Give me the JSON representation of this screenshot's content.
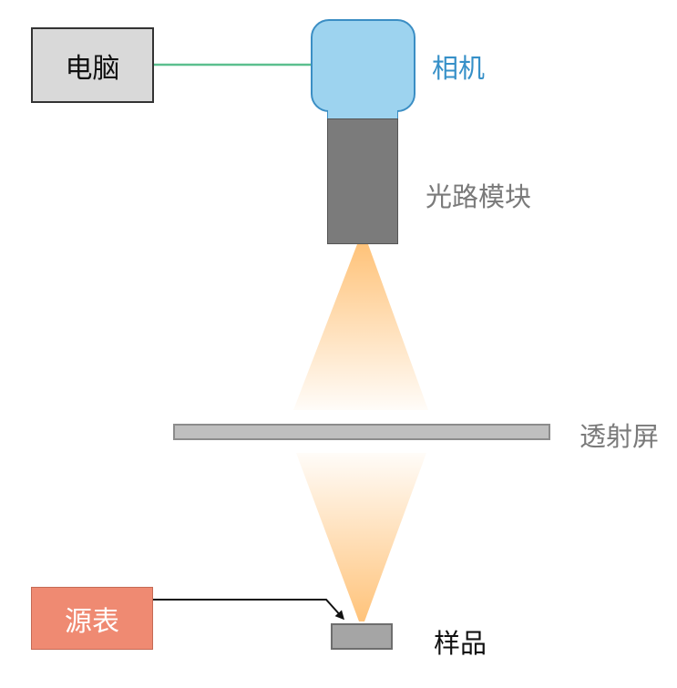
{
  "diagram": {
    "type": "optical-measurement-setup",
    "colors": {
      "computer_fill": "#d9d9d9",
      "camera_fill": "#9dd3ef",
      "camera_stroke": "#3b8ec4",
      "camera_label": "#3690c8",
      "optics_fill": "#7b7b7b",
      "screen_fill": "#bfbfbf",
      "source_fill": "#ef8a72",
      "sample_fill": "#a5a5a5",
      "light_beam": "#ffc37a",
      "connector_line": "#5bbf8f",
      "arrow": "#111111",
      "secondary_label": "#7a7a7a"
    },
    "nodes": {
      "computer": {
        "label": "电脑"
      },
      "camera": {
        "label": "相机"
      },
      "optics": {
        "label": "光路模块"
      },
      "screen": {
        "label": "透射屏"
      },
      "source": {
        "label": "源表"
      },
      "sample": {
        "label": "样品"
      }
    },
    "edges": [
      {
        "from": "computer",
        "to": "camera",
        "style": "line",
        "color_key": "connector_line"
      },
      {
        "from": "source",
        "to": "sample",
        "style": "arrow",
        "color_key": "arrow"
      },
      {
        "from": "sample",
        "to": "screen",
        "style": "light-cone"
      },
      {
        "from": "screen",
        "to": "optics",
        "style": "light-cone"
      }
    ]
  }
}
